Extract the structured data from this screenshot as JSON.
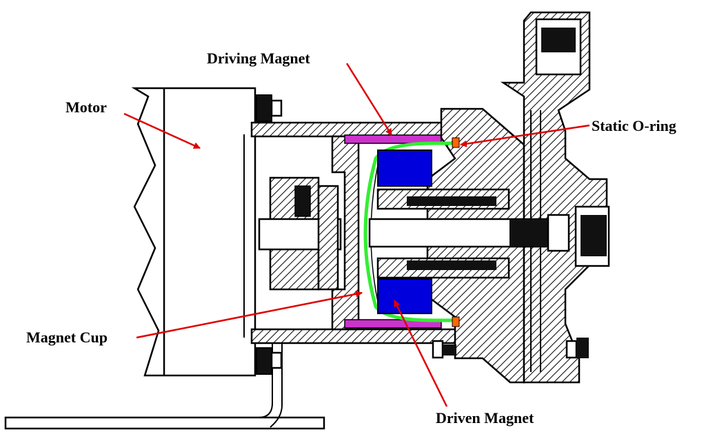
{
  "diagram": {
    "labels": {
      "driving_magnet": "Driving Magnet",
      "motor": "Motor",
      "static_oring": "Static O-ring",
      "magnet_cup": "Magnet Cup",
      "driven_magnet": "Driven Magnet"
    },
    "colors": {
      "arrow": "#e00000",
      "driving_magnet": "#cc33cc",
      "driven_magnet": "#0000dd",
      "magnet_cup": "#33ee33",
      "oring": "#ff6600"
    }
  }
}
